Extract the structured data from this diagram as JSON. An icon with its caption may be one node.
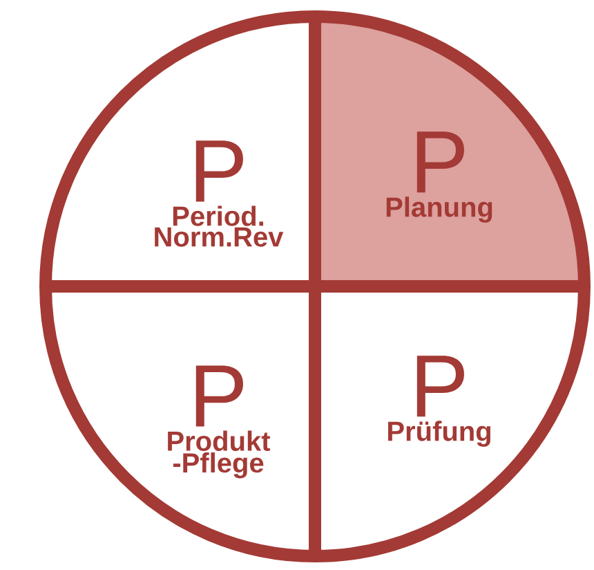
{
  "diagram": {
    "nodes": [
      {
        "text": [
          "P",
          "Period. Norm.Rev"
        ]
      },
      {
        "text": [
          "P",
          "Planung"
        ]
      },
      {
        "text": [
          "P",
          "Produkt -Pflege"
        ]
      },
      {
        "text": [
          "P",
          "Prüfung"
        ]
      }
    ]
  }
}
